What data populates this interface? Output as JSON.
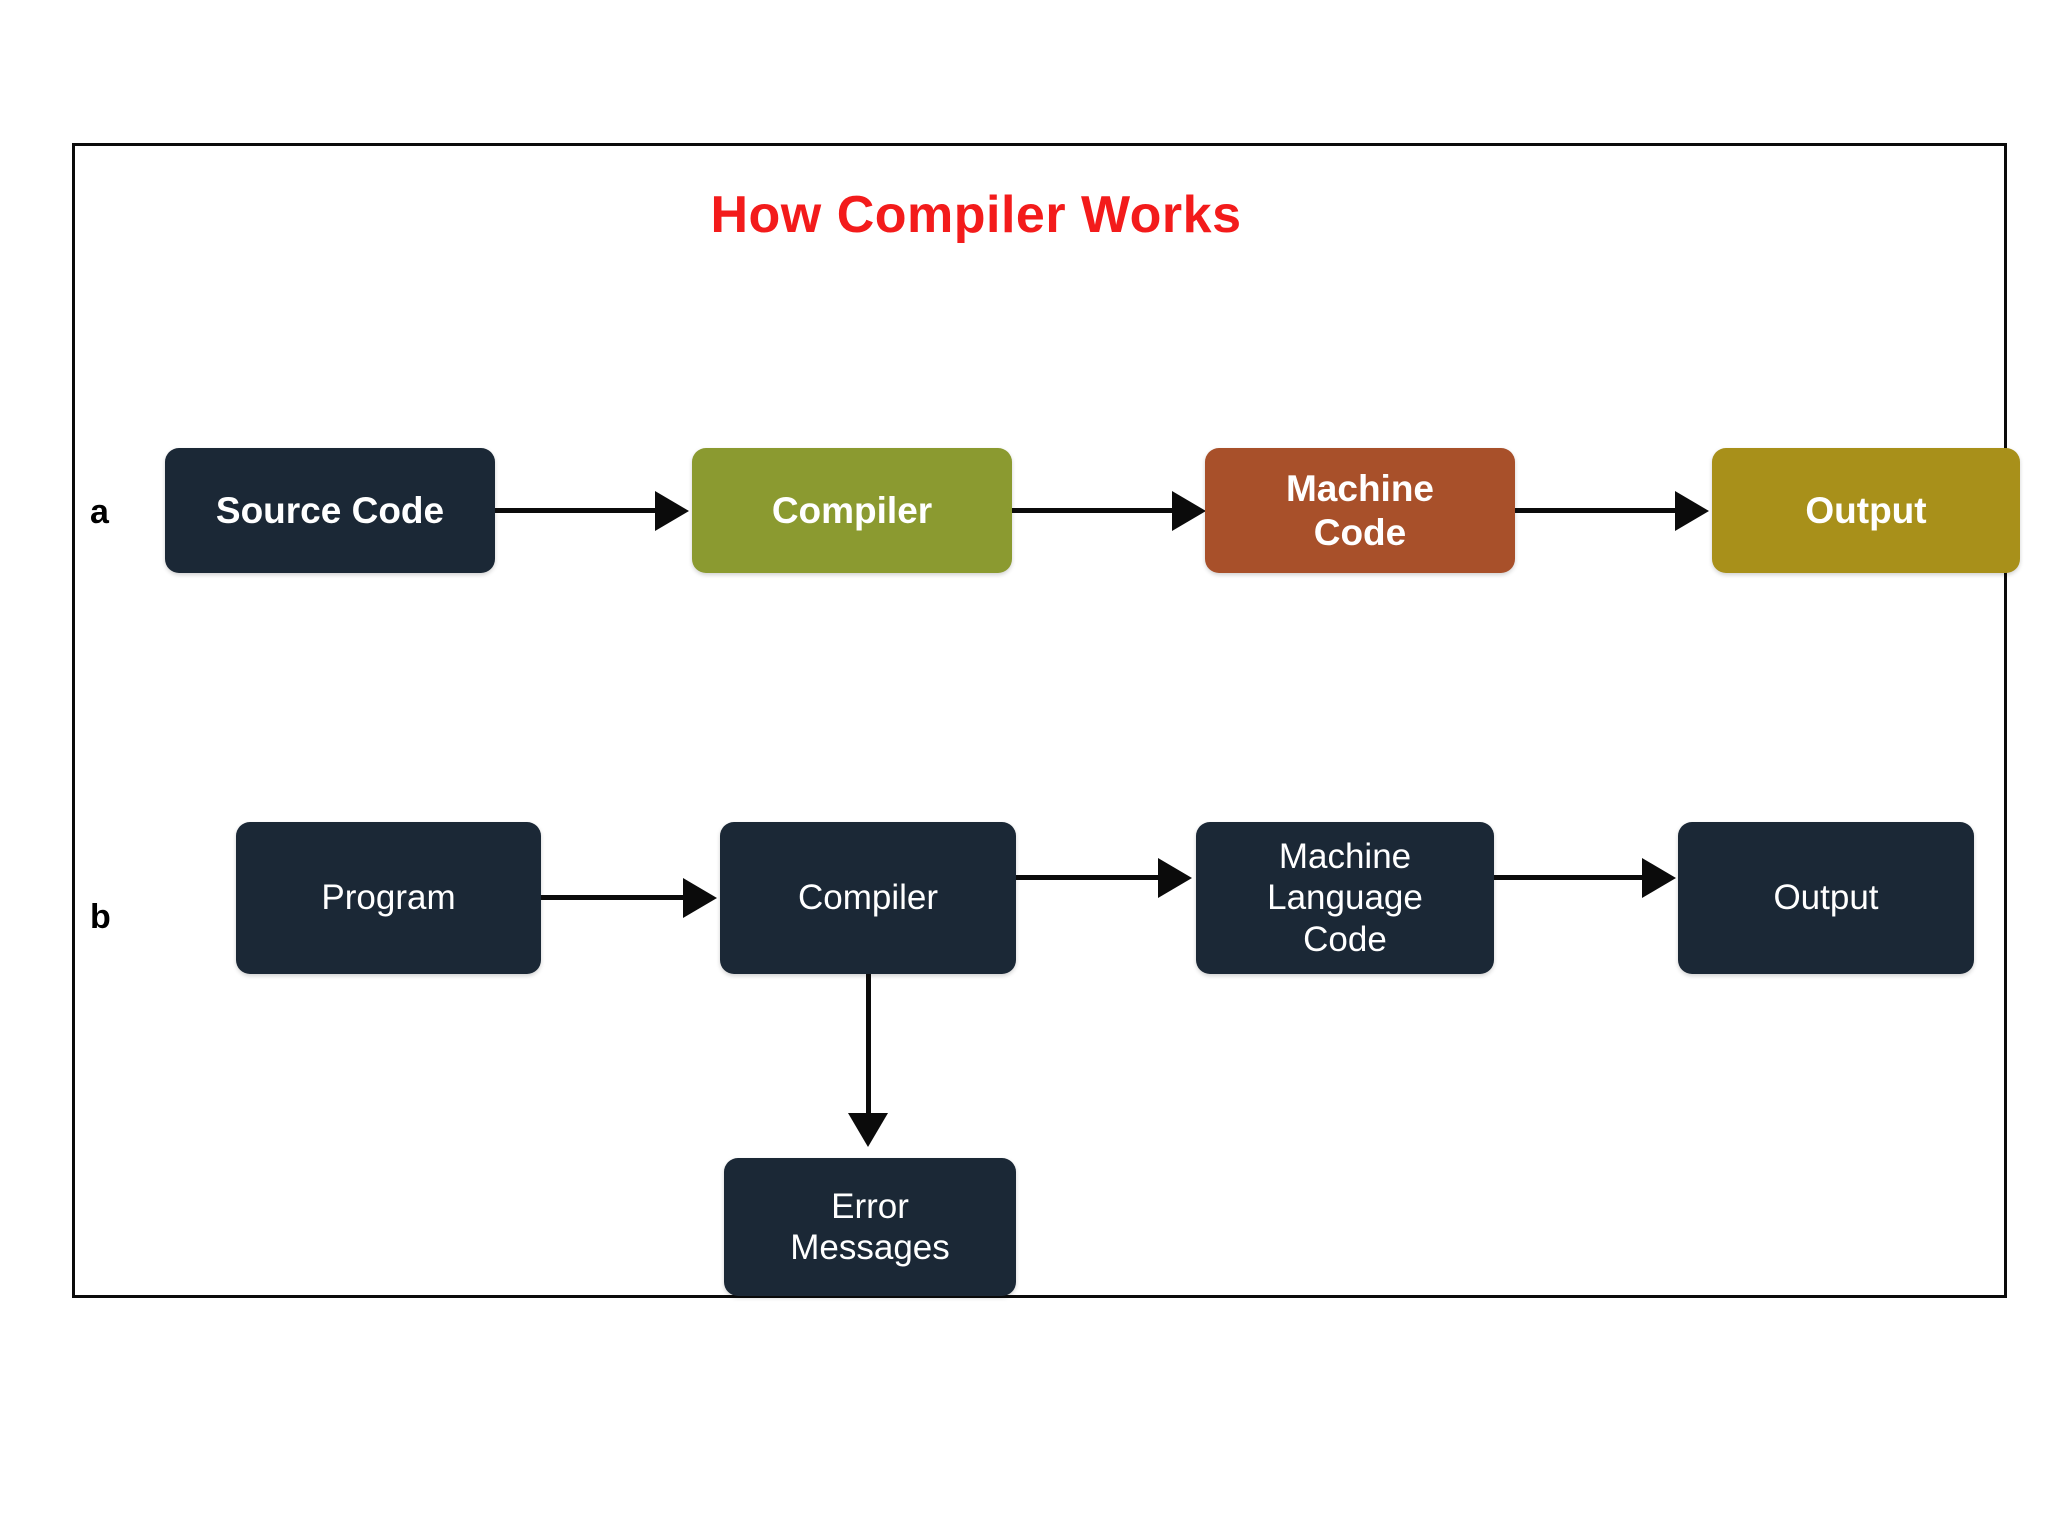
{
  "title": "How Compiler Works",
  "title_color": "#f31b1b",
  "frame": {
    "border_color": "#0b0b0b"
  },
  "rows": [
    {
      "label": "a",
      "nodes": [
        {
          "text": "Source Code",
          "color": "#1b2836"
        },
        {
          "text": "Compiler",
          "color": "#8b9a30"
        },
        {
          "text": "Machine\nCode",
          "color": "#a8502a"
        },
        {
          "text": "Output",
          "color": "#a8901a"
        }
      ],
      "arrows": [
        "arrow-right",
        "arrow-right",
        "arrow-right"
      ]
    },
    {
      "label": "b",
      "nodes": [
        {
          "text": "Program",
          "color": "#1b2836"
        },
        {
          "text": "Compiler",
          "color": "#1b2836"
        },
        {
          "text": "Machine\nLanguage\nCode",
          "color": "#1b2836"
        },
        {
          "text": "Output",
          "color": "#1b2836"
        }
      ],
      "arrows": [
        "arrow-right",
        "arrow-right",
        "arrow-right"
      ],
      "branch": {
        "from": "Compiler",
        "arrow": "arrow-down",
        "node": {
          "text": "Error\nMessages",
          "color": "#1b2836"
        }
      }
    }
  ]
}
